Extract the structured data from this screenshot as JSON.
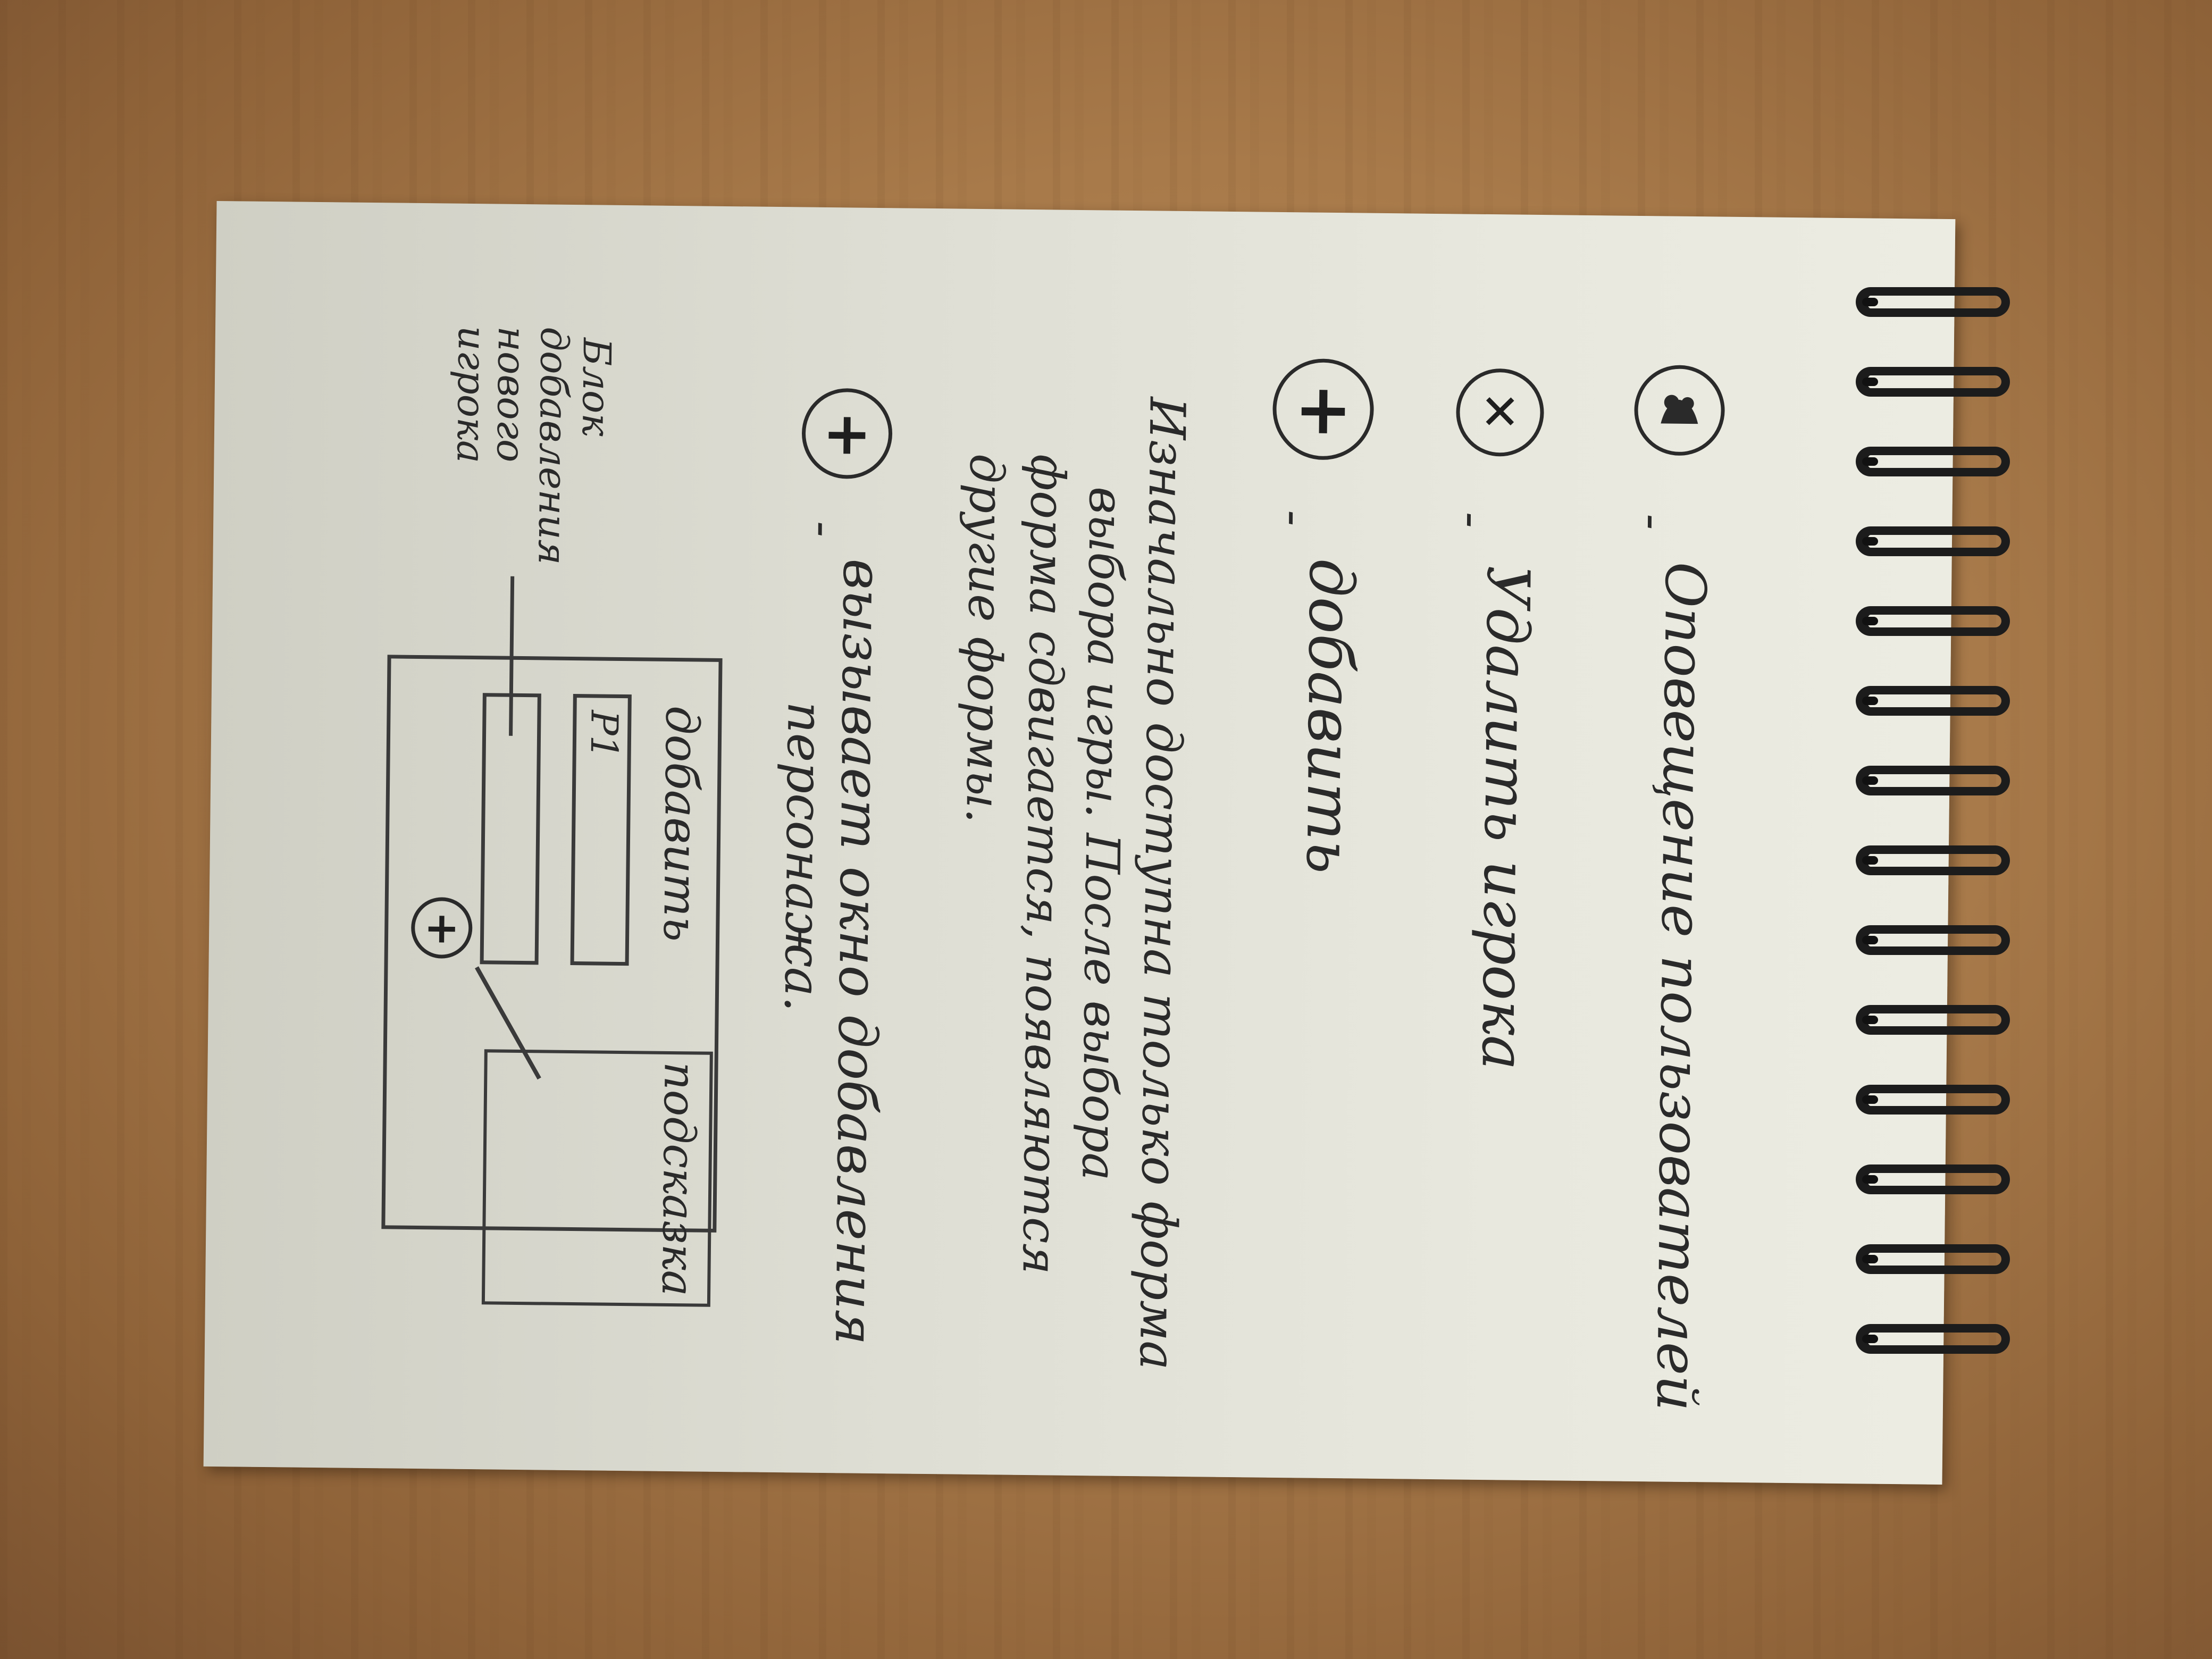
{
  "sketch": {
    "legend": [
      {
        "icon": "users-icon",
        "dash": "-",
        "text": "Оповещение пользователей"
      },
      {
        "icon": "close-icon",
        "dash": "-",
        "text": "Удалить игрока"
      },
      {
        "icon": "plus-icon",
        "dash": "-",
        "text": "добавить"
      }
    ],
    "note_lines": [
      "Изначально доступна только форма",
      "выбора игры. После выбора",
      "форма сдвигается, появляются",
      "другие формы."
    ],
    "second_plus": {
      "icon": "plus-icon",
      "dash": "-",
      "lines": [
        "вызывает окно добавления",
        "персонажа."
      ]
    },
    "form_sketch": {
      "title": "добавить",
      "field_label": "Р1",
      "hint_text": "подсказка"
    },
    "side_note": [
      "Блок",
      "добавления",
      "нового",
      "игрока"
    ]
  }
}
